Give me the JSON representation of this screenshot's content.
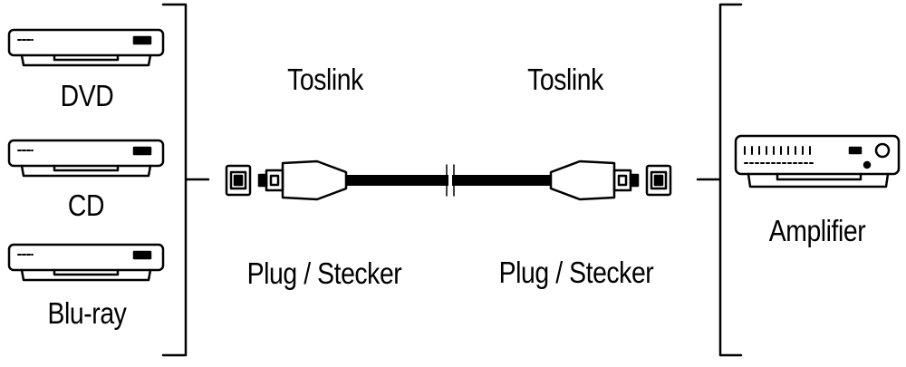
{
  "sources": [
    {
      "label": "DVD",
      "icon": "dvd-player-icon"
    },
    {
      "label": "CD",
      "icon": "cd-player-icon"
    },
    {
      "label": "Blu-ray",
      "icon": "bluray-player-icon"
    }
  ],
  "cable": {
    "left_connector_label": "Toslink",
    "right_connector_label": "Toslink",
    "left_plug_label": "Plug / Stecker",
    "right_plug_label": "Plug / Stecker"
  },
  "target": {
    "label": "Amplifier",
    "icon": "amplifier-icon"
  }
}
